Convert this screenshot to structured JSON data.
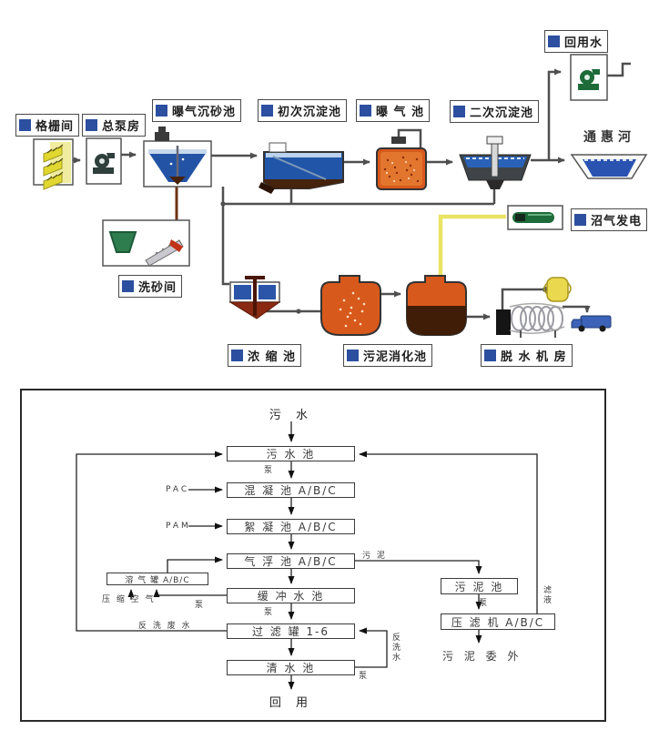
{
  "top": {
    "labels": [
      {
        "text": "格栅间"
      },
      {
        "text": "总泵房"
      },
      {
        "text": "曝气沉砂池"
      },
      {
        "text": "初次沉淀池"
      },
      {
        "text": "曝 气 池"
      },
      {
        "text": "二次沉淀池"
      },
      {
        "text": "回用水"
      },
      {
        "text": "洗砂间"
      },
      {
        "text": "沼气发电"
      },
      {
        "text": "浓 缩 池"
      },
      {
        "text": "污泥消化池"
      },
      {
        "text": "脱 水 机 房"
      }
    ],
    "river": "通惠河",
    "colors": {
      "label_square_blue": "#2d4fa0",
      "water_blue": "#2353a4",
      "aeration_orange": "#d8591c",
      "sludge_brown": "#45230c",
      "digester_dark": "#3f1d06",
      "thickener_red": "#8a2a12",
      "biogas_pipe_yellow": "#e9e465",
      "pump_green": "#1e6b3a",
      "grate_yellow": "#e0d830",
      "truck_blue": "#3c63b8"
    }
  },
  "flow": {
    "source": "污 水",
    "boxes": [
      {
        "label": "污 水 池"
      },
      {
        "label": "混 凝 池 A/B/C"
      },
      {
        "label": "絮 凝 池 A/B/C"
      },
      {
        "label": "气 浮 池 A/B/C"
      },
      {
        "label": "溶 气 罐 A/B/C"
      },
      {
        "label": "缓 冲 水 池"
      },
      {
        "label": "过 滤 罐 1-6"
      },
      {
        "label": "清 水 池"
      },
      {
        "label": "污 泥 池"
      },
      {
        "label": "压 滤 机 A/B/C"
      }
    ],
    "labels": {
      "pac": "PAC",
      "pam": "PAM",
      "pump": "泵",
      "compressed_air": "压 缩 空 气",
      "backwash_waste": "反 洗 废 水",
      "sludge": "污 泥",
      "filtrate": "滤液",
      "backwash_water": "反洗水",
      "sludge_outsourced": "污 泥 委 外",
      "reuse": "回 用"
    }
  }
}
